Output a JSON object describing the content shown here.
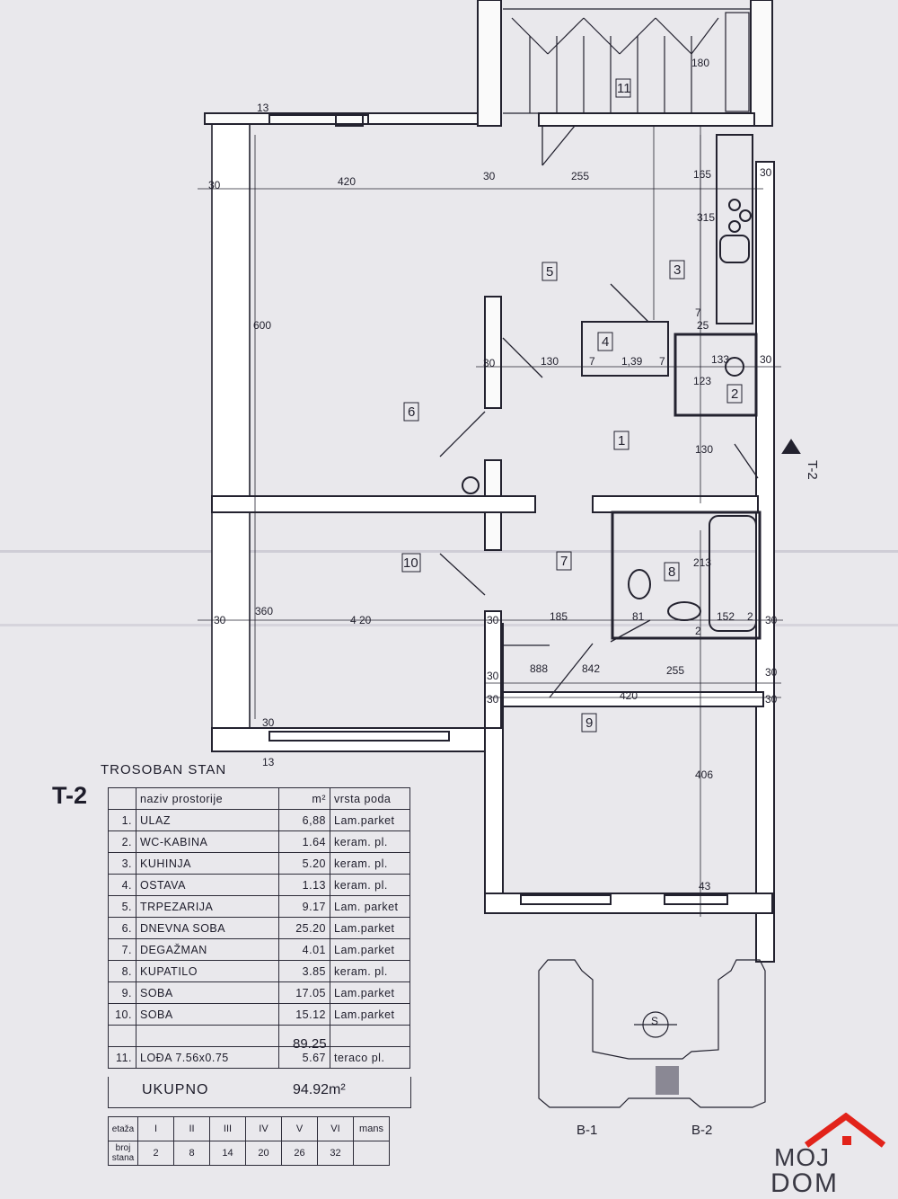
{
  "plan": {
    "unit_code": "T-2",
    "section_mark": "T-2",
    "room_numbers": [
      "1",
      "2",
      "3",
      "4",
      "5",
      "6",
      "7",
      "8",
      "9",
      "10",
      "11"
    ],
    "dims": {
      "d420_top": "420",
      "d255_top": "255",
      "d165": "165",
      "d180": "180",
      "d315": "315",
      "d600": "600",
      "d130_l": "130",
      "d139": "1,39",
      "d133": "133",
      "d123": "123",
      "d130_r": "130",
      "d360": "360",
      "d420_mid": "4 20",
      "d185": "185",
      "d81": "81",
      "d152": "152",
      "d213": "213",
      "d888": "888",
      "d842": "842",
      "d255_mid": "255",
      "d420_low": "420",
      "d406": "406",
      "d30": "30",
      "d13": "13",
      "d7": "7",
      "d2": "2",
      "d43": "43",
      "d25": "25"
    }
  },
  "legend": {
    "title": "TROSOBAN STAN",
    "code": "T-2",
    "headers": {
      "name": "naziv prostorije",
      "area": "m²",
      "floor": "vrsta poda"
    },
    "rooms": [
      {
        "n": "1.",
        "name": "ULAZ",
        "area": "6,88",
        "floor": "Lam.parket"
      },
      {
        "n": "2.",
        "name": "WC-KABINA",
        "area": "1.64",
        "floor": "keram. pl."
      },
      {
        "n": "3.",
        "name": "KUHINJA",
        "area": "5.20",
        "floor": "keram. pl."
      },
      {
        "n": "4.",
        "name": "OSTAVA",
        "area": "1.13",
        "floor": "keram. pl."
      },
      {
        "n": "5.",
        "name": "TRPEZARIJA",
        "area": "9.17",
        "floor": "Lam. parket"
      },
      {
        "n": "6.",
        "name": "DNEVNA SOBA",
        "area": "25.20",
        "floor": "Lam.parket"
      },
      {
        "n": "7.",
        "name": "DEGAŽMAN",
        "area": "4.01",
        "floor": "Lam.parket"
      },
      {
        "n": "8.",
        "name": "KUPATILO",
        "area": "3.85",
        "floor": "keram. pl."
      },
      {
        "n": "9.",
        "name": "SOBA",
        "area": "17.05",
        "floor": "Lam.parket"
      },
      {
        "n": "10.",
        "name": "SOBA",
        "area": "15.12",
        "floor": "Lam.parket"
      }
    ],
    "subtotal": "89.25",
    "loggia": {
      "n": "11.",
      "name": "LOĐA 7.56x0.75",
      "area": "5.67",
      "floor": "teraco pl."
    },
    "total_label": "UKUPNO",
    "total_value": "94.92m²"
  },
  "floors": {
    "row1_label": "etaža",
    "row2_label": "broj stana",
    "levels": [
      "I",
      "II",
      "III",
      "IV",
      "V",
      "VI",
      "mans"
    ],
    "apartments": [
      "2",
      "8",
      "14",
      "20",
      "26",
      "32",
      ""
    ]
  },
  "site": {
    "north": "S",
    "building_left": "B-1",
    "building_right": "B-2"
  },
  "logo": {
    "line1": "MOJ",
    "line2": "DOM"
  }
}
